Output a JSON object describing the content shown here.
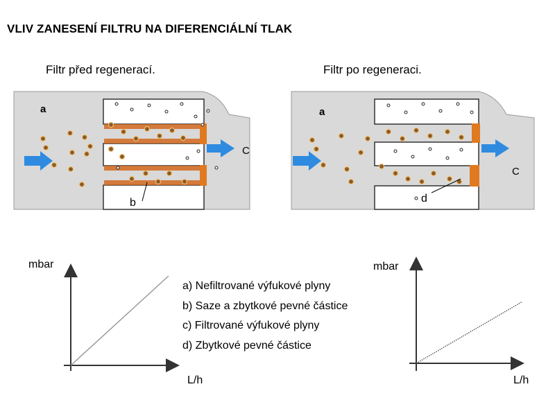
{
  "title": "VLIV ZANESENÍ FILTRU NA DIFERENCIÁLNÍ TLAK",
  "panel_before": {
    "caption": "Filtr před regenerací.",
    "label_a": "a",
    "label_b": "b",
    "label_c": "C"
  },
  "panel_after": {
    "caption": "Filtr po regeneraci.",
    "label_a": "a",
    "label_c": "C",
    "label_d": "d"
  },
  "legend": [
    "a) Nefiltrované výfukové plyny",
    "b) Saze a zbytkové pevné částice",
    "c) Filtrované výfukové plyny",
    "d) Zbytkové pevné částice"
  ],
  "graph_left": {
    "ylabel": "mbar",
    "xlabel": "L/h",
    "slope": "steep"
  },
  "graph_right": {
    "ylabel": "mbar",
    "xlabel": "L/h",
    "slope": "shallow"
  },
  "colors": {
    "housing": "#d9d9d9",
    "soot": "#d2691e",
    "arrow": "#2e8be0",
    "particle": "#8b5a2b"
  }
}
